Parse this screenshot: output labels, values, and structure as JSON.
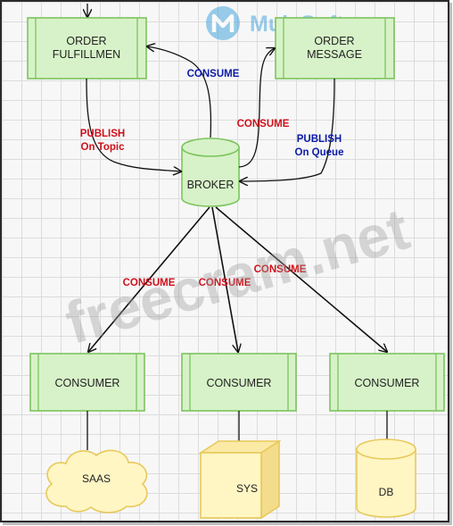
{
  "nodes": {
    "order_fulfillment": {
      "line1": "ORDER",
      "line2": "FULFILLMEN"
    },
    "order_message": {
      "line1": "ORDER",
      "line2": "MESSAGE"
    },
    "broker": "BROKER",
    "consumer_left": "CONSUMER",
    "consumer_mid": "CONSUMER",
    "consumer_right": "CONSUMER",
    "saas": "SAAS",
    "sys": "SYS",
    "db": "DB"
  },
  "edges": {
    "publish_topic": {
      "line1": "PUBLISH",
      "line2": "On Topic"
    },
    "publish_queue": {
      "line1": "PUBLISH",
      "line2": "On Queue"
    },
    "consume_to_fulfillment": "CONSUME",
    "consume_to_message": "CONSUME",
    "consume_left": "CONSUME",
    "consume_mid": "CONSUME",
    "consume_right": "CONSUME"
  },
  "watermarks": {
    "brand": "MuleSoft",
    "site": "freecram.net"
  },
  "colors": {
    "node_fill": "#d7f2c8",
    "node_stroke": "#7cc45e",
    "storage_fill": "#fff6c4",
    "storage_stroke": "#e8c95a",
    "label_red": "#d0101a",
    "label_blue": "#0a1aa8",
    "arrow": "#111111"
  }
}
